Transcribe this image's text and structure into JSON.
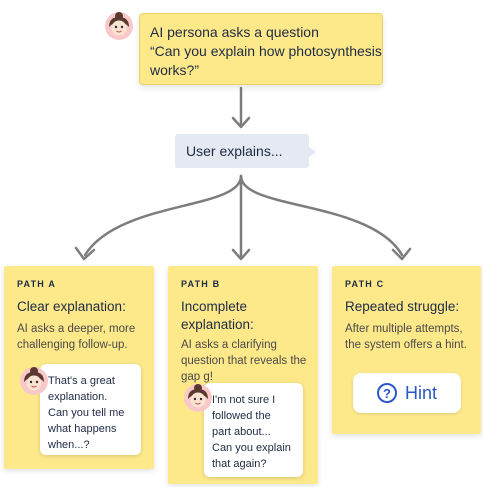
{
  "question": {
    "line1": "AI persona asks a question",
    "line2": "“Can you explain how photosynthesis",
    "line3": "works?”"
  },
  "user_explains": "User explains...",
  "paths": [
    {
      "label": "PATH A",
      "title": [
        "Clear explanation:"
      ],
      "desc": [
        "AI asks a deeper, more",
        "challenging follow-up."
      ],
      "reply": [
        "That's a great",
        "explanation.",
        "Can you tell me",
        "what happens",
        "when...?"
      ]
    },
    {
      "label": "PATH B",
      "title": [
        "Incomplete",
        "explanation:"
      ],
      "desc": [
        "AI asks a clarifying",
        "question that reveals the",
        "gap g!"
      ],
      "reply": [
        "I'm not sure I",
        "followed the",
        "part about...",
        "Can you explain",
        "that again?"
      ]
    },
    {
      "label": "PATH C",
      "title": [
        "Repeated struggle:"
      ],
      "desc": [
        "After multiple attempts,",
        "the system offers a hint."
      ],
      "hint_label": "Hint",
      "hint_icon": "?"
    }
  ],
  "colors": {
    "card_yellow": "#fde98a",
    "bubble_grey": "#e4e9f2",
    "hint_blue": "#2b57c9",
    "arrow_grey": "#7d7d7d",
    "text_dark": "#1f2a44"
  },
  "icons": [
    "persona-avatar",
    "question-circle-icon"
  ]
}
